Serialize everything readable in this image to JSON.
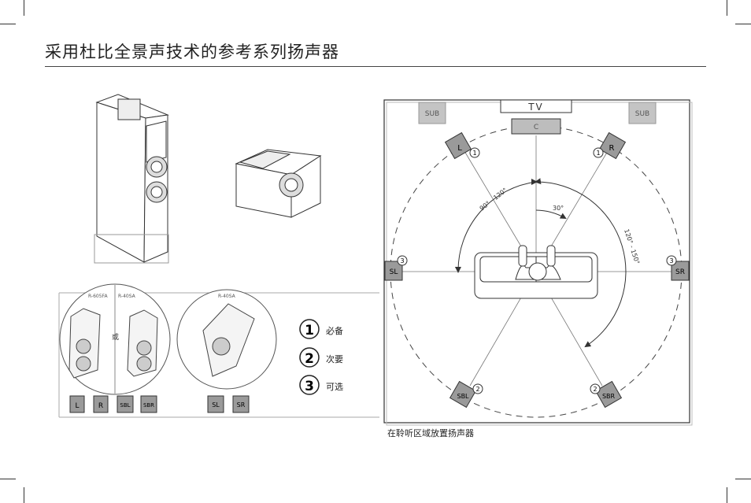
{
  "title": "采用杜比全景声技术的参考系列扬声器",
  "caption": "在聆听区域放置扬声器",
  "products": {
    "left_circle_labels": [
      "R-605FA",
      "R-40SA"
    ],
    "or_text": "或",
    "right_circle_label": "R-40SA"
  },
  "legend": [
    {
      "num": "1",
      "text": "必备"
    },
    {
      "num": "2",
      "text": "次要"
    },
    {
      "num": "3",
      "text": "可选"
    }
  ],
  "speaker_buttons_left": [
    "L",
    "R",
    "SBL",
    "SBR"
  ],
  "speaker_buttons_right": [
    "SL",
    "SR"
  ],
  "diagram": {
    "tv": "TV",
    "center": "C",
    "sub_left": "SUB",
    "sub_right": "SUB",
    "front_left": "L",
    "front_right": "R",
    "side_left": "SL",
    "side_right": "SR",
    "back_left": "SBL",
    "back_right": "SBR",
    "angle_inner": "30°",
    "angle_side": "90° - 120°",
    "angle_back": "120° - 150°",
    "badge_front": "1",
    "badge_side": "3",
    "badge_back": "2"
  }
}
